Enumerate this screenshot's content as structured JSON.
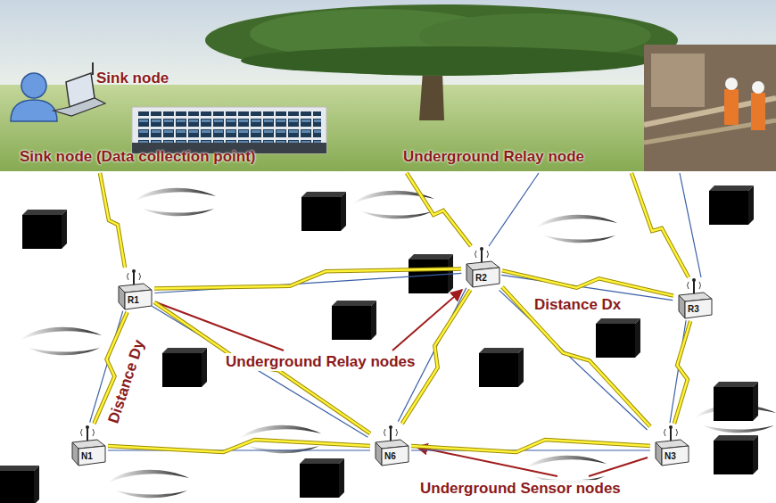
{
  "diagram": {
    "nodes": [
      {
        "text": [
          "R1"
        ]
      },
      {
        "text": [
          "R2"
        ]
      },
      {
        "text": [
          "R3"
        ]
      },
      {
        "text": [
          "N1"
        ]
      },
      {
        "text": [
          "N6"
        ]
      },
      {
        "text": [
          "N3"
        ]
      }
    ],
    "edges": [
      {
        "from": 0,
        "to": 1,
        "arrow": "none"
      },
      {
        "from": 1,
        "to": 2,
        "arrow": "none"
      },
      {
        "from": 0,
        "to": 3,
        "arrow": "none"
      },
      {
        "from": 0,
        "to": 4,
        "arrow": "none"
      },
      {
        "from": 1,
        "to": 4,
        "arrow": "none"
      },
      {
        "from": 1,
        "to": 5,
        "arrow": "none"
      },
      {
        "from": 2,
        "to": 5,
        "arrow": "none"
      },
      {
        "from": 3,
        "to": 4,
        "arrow": "none"
      },
      {
        "from": 4,
        "to": 5,
        "arrow": "none"
      }
    ],
    "labels": [
      "Sink node",
      "Sink node (Data collection point)",
      "Underground Relay node",
      "Distance Dx",
      "Distance Dy",
      "Underground Relay nodes",
      "Underground Sensor nodes"
    ]
  }
}
